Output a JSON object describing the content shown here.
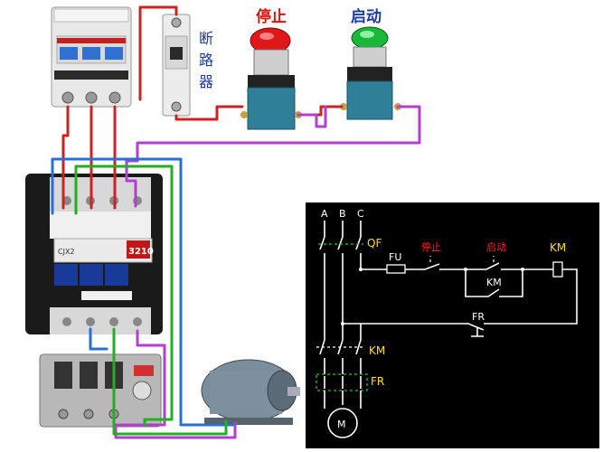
{
  "labels": {
    "breaker": "断\n路\n器",
    "stop": "停止",
    "start": "启动",
    "contactor_brand": "CJX2",
    "contactor_model": "3210"
  },
  "schematic": {
    "phase_a": "A",
    "phase_b": "B",
    "phase_c": "C",
    "qf": "QF",
    "fu": "FU",
    "stop": "停止",
    "start": "启动",
    "km_coil": "KM",
    "km_aux": "KM",
    "fr_top": "FR",
    "km_main": "KM",
    "fr_bottom": "FR",
    "motor": "M"
  },
  "colors": {
    "schematic_bg": "#000000",
    "wire_red": "#cc2222",
    "wire_blue": "#2a6fd8",
    "wire_green": "#20b020",
    "wire_purple": "#b23fd0",
    "stop_button": "#e01818",
    "start_button": "#18b838"
  }
}
